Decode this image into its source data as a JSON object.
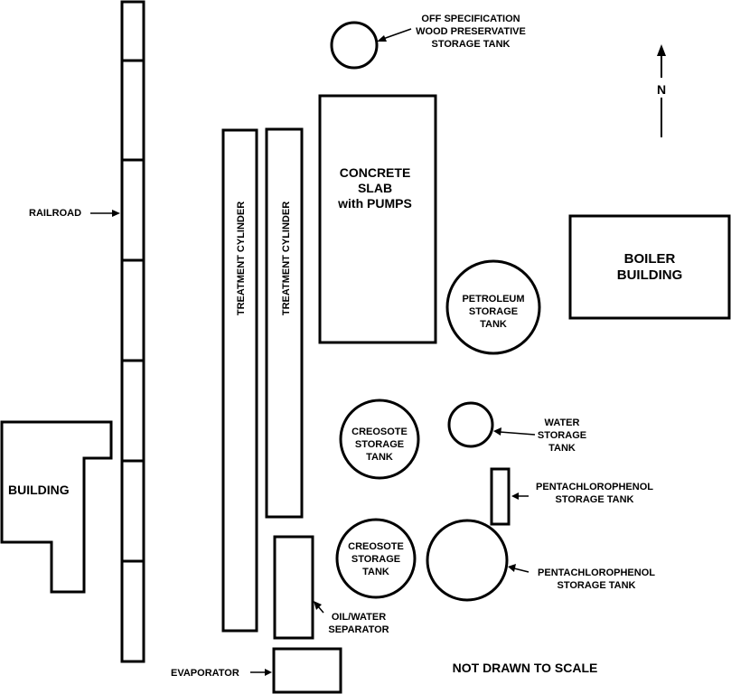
{
  "labels": {
    "off_spec_1": "OFF SPECIFICATION",
    "off_spec_2": "WOOD PRESERVATIVE",
    "off_spec_3": "STORAGE TANK",
    "north": "N",
    "slab_1": "CONCRETE",
    "slab_2": "SLAB",
    "slab_3": "with PUMPS",
    "railroad": "RAILROAD",
    "treatment_cylinder": "TREATMENT CYLINDER",
    "boiler_1": "BOILER",
    "boiler_2": "BUILDING",
    "petroleum_1": "PETROLEUM",
    "petroleum_2": "STORAGE",
    "petroleum_3": "TANK",
    "creosote_1": "CREOSOTE",
    "creosote_2": "STORAGE",
    "creosote_3": "TANK",
    "water_1": "WATER",
    "water_2": "STORAGE",
    "water_3": "TANK",
    "building": "BUILDING",
    "penta_1": "PENTACHLOROPHENOL",
    "penta_2": "STORAGE TANK",
    "creosote2_1": "CREOSOTE",
    "creosote2_2": "STORAGE",
    "creosote2_3": "TANK",
    "oilwater_1": "OIL/WATER",
    "oilwater_2": "SEPARATOR",
    "evaporator": "EVAPORATOR",
    "not_to_scale": "NOT DRAWN TO SCALE"
  }
}
